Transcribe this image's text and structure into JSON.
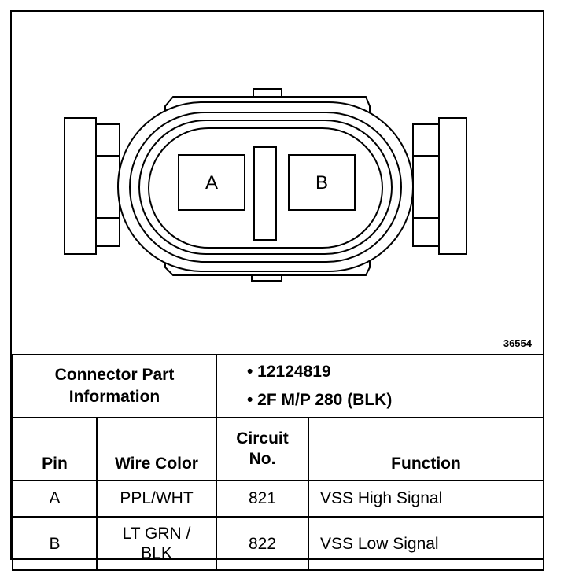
{
  "diagram": {
    "pin_labels": [
      "A",
      "B"
    ],
    "figure_number": "36554"
  },
  "connector_part_information": {
    "label_line1": "Connector Part",
    "label_line2": "Information",
    "items": [
      "• 12124819",
      "• 2F M/P 280 (BLK)"
    ]
  },
  "table": {
    "headers": {
      "pin": "Pin",
      "wire_color": "Wire Color",
      "circuit_line1": "Circuit",
      "circuit_line2": "No.",
      "function": "Function"
    },
    "rows": [
      {
        "pin": "A",
        "wire_color_line1": "PPL/WHT",
        "wire_color_line2": "",
        "circuit": "821",
        "function": "VSS High Signal"
      },
      {
        "pin": "B",
        "wire_color_line1": "LT GRN /",
        "wire_color_line2": "BLK",
        "circuit": "822",
        "function": "VSS Low Signal"
      }
    ]
  }
}
